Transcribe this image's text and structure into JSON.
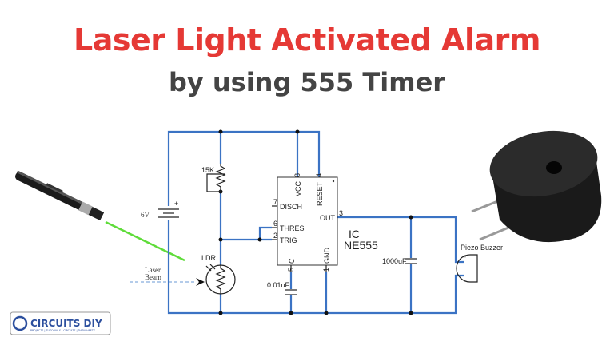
{
  "title": "Laser Light Activated Alarm",
  "subtitle": "by using 555 Timer",
  "colors": {
    "title": "#e53935",
    "subtitle": "#444444",
    "wire": "#3b73c4",
    "laser_beam": "#5fdc3a"
  },
  "components": {
    "battery": {
      "label": "6V",
      "polarity": "+"
    },
    "potentiometer": {
      "label": "15K"
    },
    "ldr": {
      "label": "LDR"
    },
    "laser": {
      "label_line1": "Laser",
      "label_line2": "Beam"
    },
    "timing_cap": {
      "label": "0.01uF"
    },
    "output_cap": {
      "label": "1000uF"
    },
    "buzzer": {
      "label": "Piezo Buzzer",
      "polarity": "+"
    },
    "ic": {
      "name_line1": "IC",
      "name_line2": "NE555",
      "pins": {
        "vcc": {
          "num": "8",
          "label": "VCC"
        },
        "reset": {
          "num": "4",
          "label": "RESET"
        },
        "disch": {
          "num": "7",
          "label": "DISCH"
        },
        "thres": {
          "num": "6",
          "label": "THRES"
        },
        "trig": {
          "num": "2",
          "label": "TRIG"
        },
        "out": {
          "num": "3",
          "label": "OUT"
        },
        "ctrl": {
          "num": "5",
          "label": "C"
        },
        "gnd": {
          "num": "1",
          "label": "GND"
        }
      }
    }
  },
  "logo": {
    "brand": "CIRCUITS DIY",
    "tagline": "PROJECTS | TUTORIALS | CIRCUITS | DATASHEETS"
  }
}
